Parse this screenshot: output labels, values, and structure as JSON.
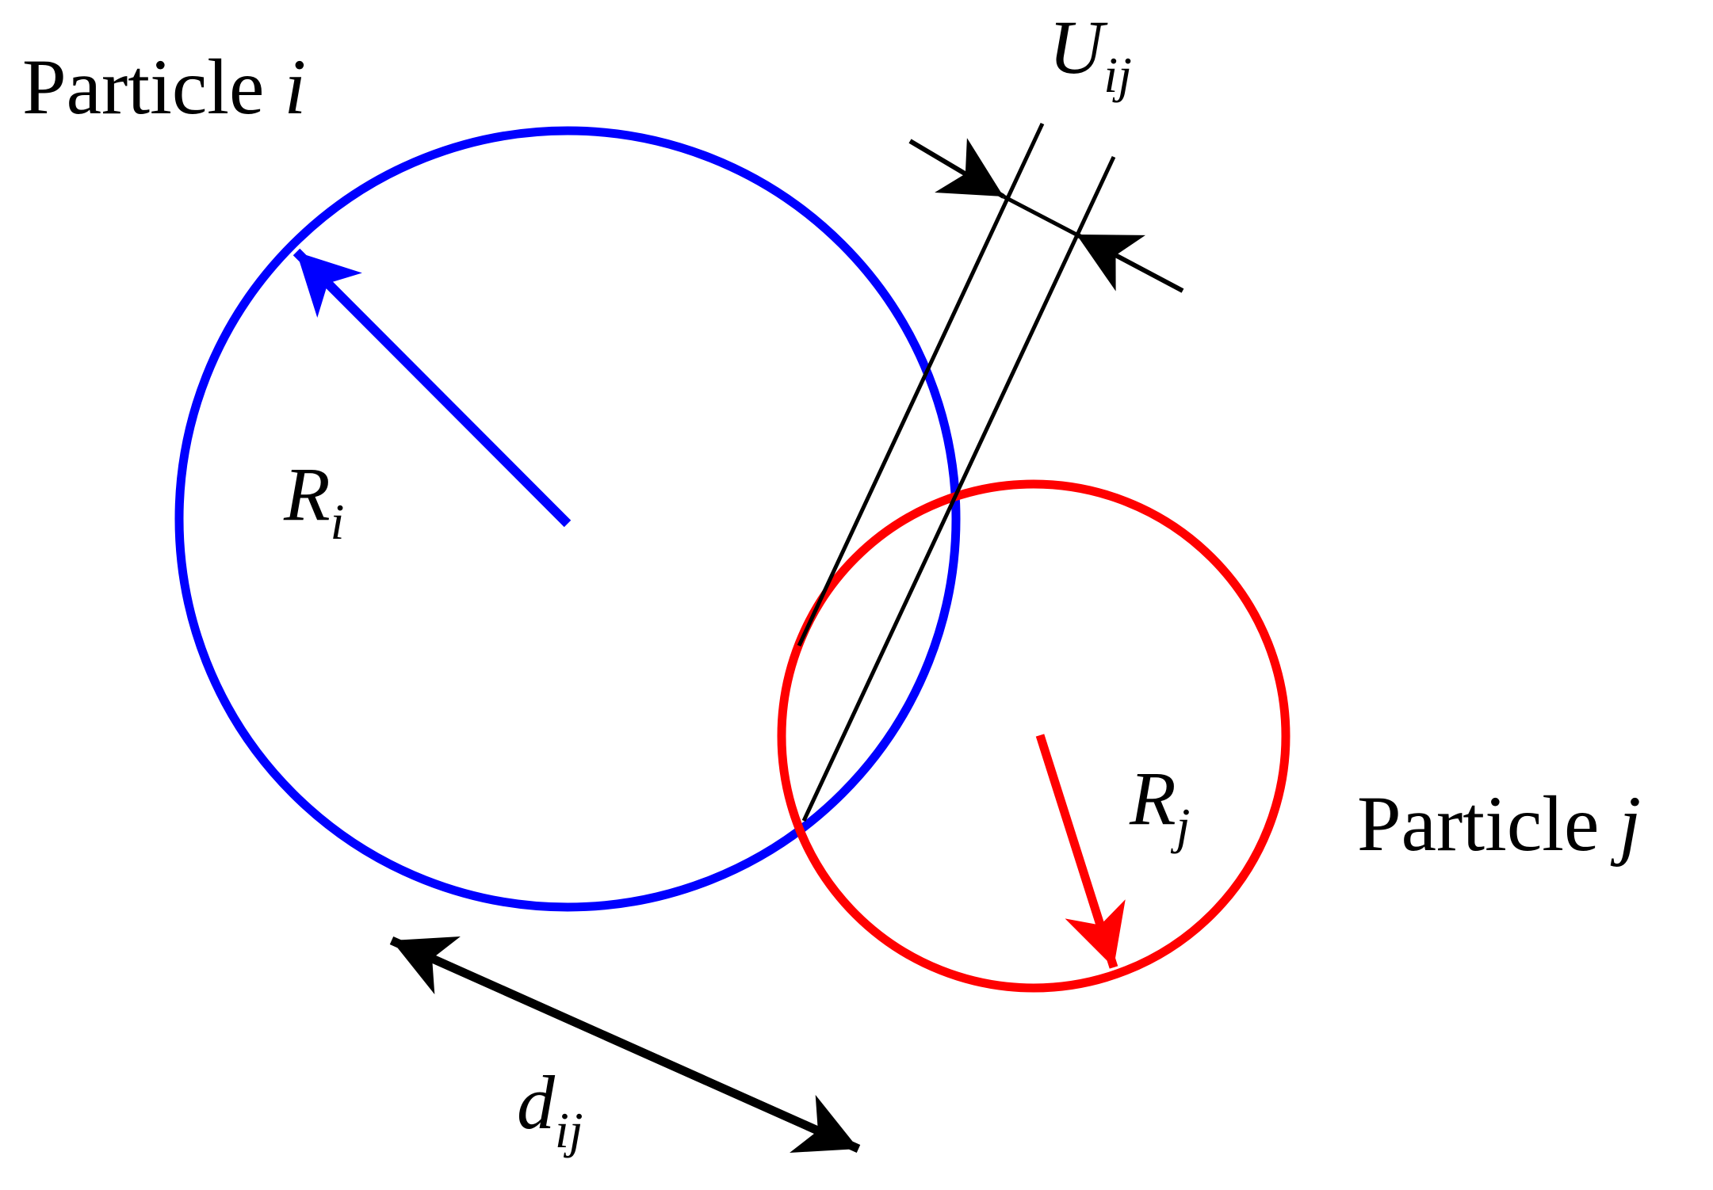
{
  "labels": {
    "particle_i": {
      "word": "Particle",
      "symbol": "i"
    },
    "particle_j": {
      "word": "Particle",
      "symbol": "j"
    },
    "radius_i": {
      "symbol": "R",
      "subscript": "i"
    },
    "radius_j": {
      "symbol": "R",
      "subscript": "j"
    },
    "overlap": {
      "symbol": "U",
      "subscript": "ij"
    },
    "distance": {
      "symbol": "d",
      "subscript": "ij"
    }
  },
  "colors": {
    "particle_i": "#0000ff",
    "particle_j": "#ff0000",
    "annotation": "#000000"
  }
}
